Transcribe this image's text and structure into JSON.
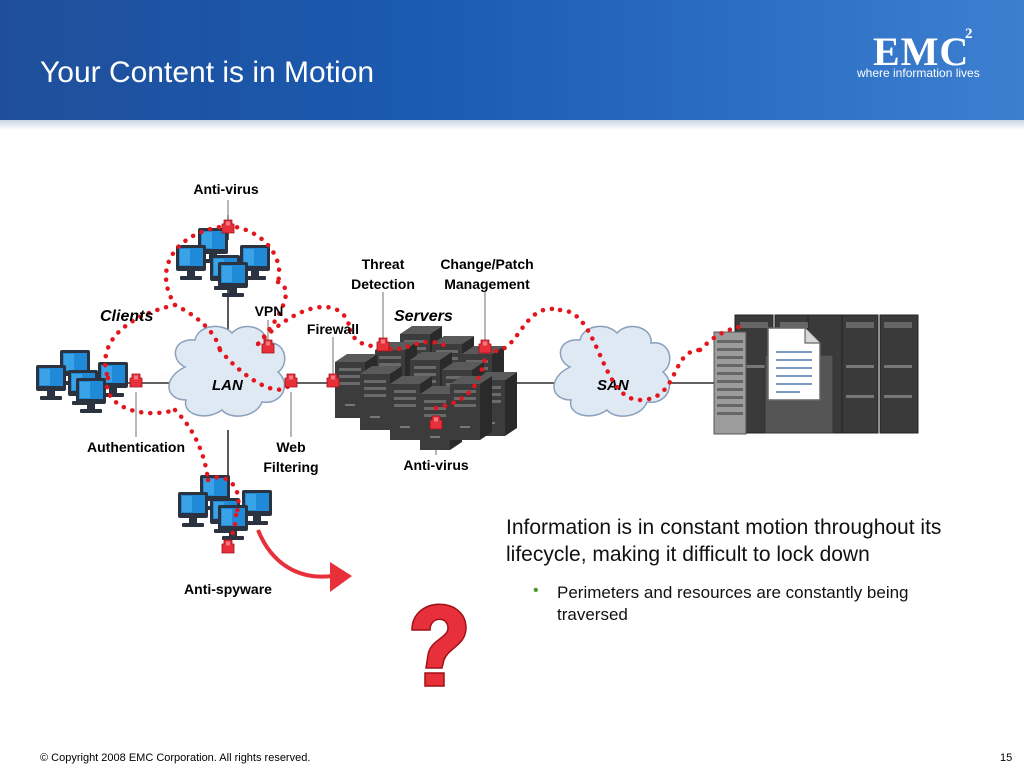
{
  "title": "Your Content is in Motion",
  "logo": {
    "main": "EMC",
    "superscript": "2",
    "tagline": "where information lives"
  },
  "labels": {
    "antivirus_top": "Anti-virus",
    "threat_line1": "Threat",
    "threat_line2": "Detection",
    "change_line1": "Change/Patch",
    "change_line2": "Management",
    "clients": "Clients",
    "vpn": "VPN",
    "servers": "Servers",
    "firewall": "Firewall",
    "lan": "LAN",
    "san": "SAN",
    "authentication": "Authentication",
    "web_line1": "Web",
    "web_line2": "Filtering",
    "antivirus_bottom": "Anti-virus",
    "antispyware": "Anti-spyware"
  },
  "info": {
    "main": "Information is in constant motion throughout its lifecycle, making it difficult to lock down",
    "bullet": "Perimeters and resources are constantly being traversed"
  },
  "footer": {
    "copyright": "© Copyright 2008 EMC Corporation. All rights reserved.",
    "page": "15"
  },
  "colors": {
    "header": "#1f4f9a",
    "dots": "#e3161e",
    "lock": "#e8303a",
    "cloud": "#dfe9f4",
    "bullet": "#4a9a2a"
  }
}
